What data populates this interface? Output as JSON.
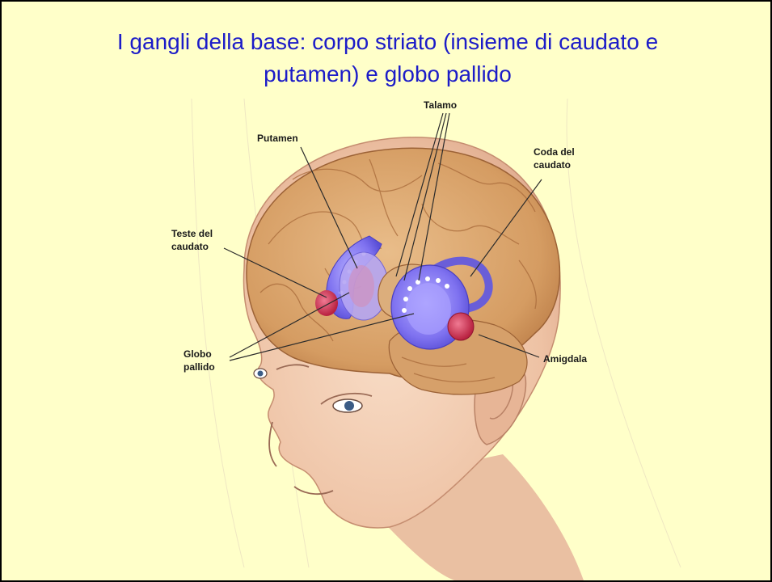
{
  "slide": {
    "title_line1": "I gangli della base: corpo striato (insieme di caudato e",
    "title_line2": "putamen) e globo pallido"
  },
  "labels": {
    "talamo": "Talamo",
    "putamen": "Putamen",
    "coda_line1": "Coda del",
    "coda_line2": "caudato",
    "testa_line1": "Teste del",
    "testa_line2": "caudato",
    "globo_line1": "Globo",
    "globo_line2": "pallido",
    "amigdala": "Amigdala"
  },
  "colors": {
    "background": "#ffffc9",
    "title": "#1c1cc8",
    "brain": "#d9a36a",
    "basal_ganglia": "#7b6ef2",
    "amygdala": "#d8365c",
    "skin": "#f3cfb4"
  }
}
